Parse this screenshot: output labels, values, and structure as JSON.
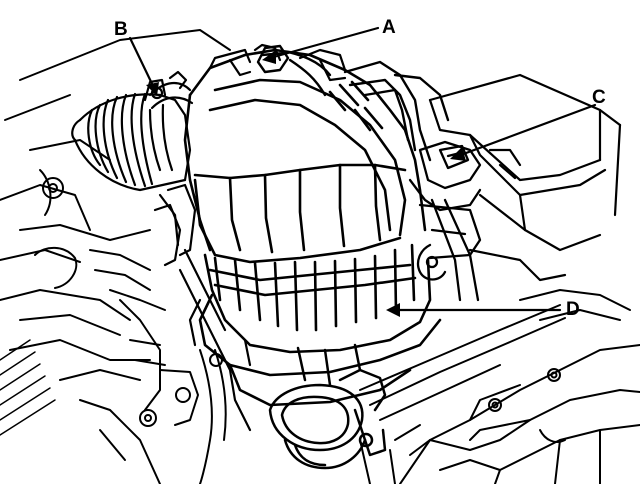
{
  "diagram": {
    "callouts": [
      {
        "id": "a",
        "label": "A"
      },
      {
        "id": "b",
        "label": "B"
      },
      {
        "id": "c",
        "label": "C"
      },
      {
        "id": "d",
        "label": "D"
      }
    ]
  }
}
